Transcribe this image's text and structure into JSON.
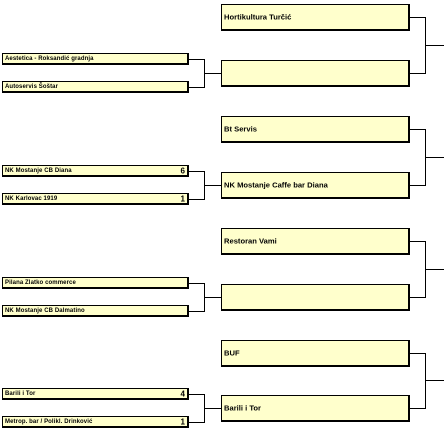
{
  "round1": [
    {
      "name": "Aestetica - Roksandić gradnja",
      "score": ""
    },
    {
      "name": "Autoservis Šoštar",
      "score": ""
    },
    {
      "name": "NK Mostanje CB Diana",
      "score": "6"
    },
    {
      "name": "NK Karlovac 1919",
      "score": "1"
    },
    {
      "name": "Pilana Zlatko commerce",
      "score": ""
    },
    {
      "name": "NK Mostanje CB Dalmatino",
      "score": ""
    },
    {
      "name": "Barili i Tor",
      "score": "4"
    },
    {
      "name": "Metrop. bar / Polikl. Drinković",
      "score": "1"
    }
  ],
  "round2": [
    {
      "name": "Hortikultura Turčić"
    },
    {
      "name": ""
    },
    {
      "name": "Bt Servis"
    },
    {
      "name": "NK Mostanje Caffe bar Diana"
    },
    {
      "name": "Restoran Vami"
    },
    {
      "name": ""
    },
    {
      "name": "BUF"
    },
    {
      "name": "Barili i Tor"
    }
  ]
}
